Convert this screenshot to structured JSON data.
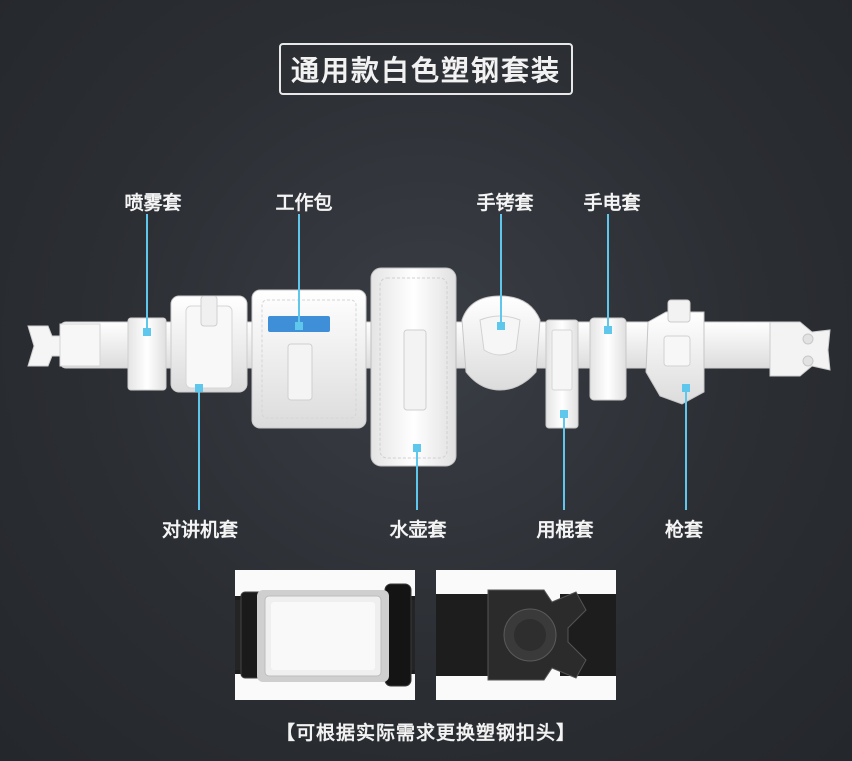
{
  "title": "通用款白色塑钢套装",
  "labels": {
    "spray": "喷雾套",
    "work_bag": "工作包",
    "cuffs": "手铐套",
    "flashlight": "手电套",
    "radio": "对讲机套",
    "bottle": "水壶套",
    "baton": "用棍套",
    "holster": "枪套"
  },
  "caption": "【可根据实际需求更换塑钢扣头】",
  "colors": {
    "leader": "#5fc7ec",
    "background": "#2b2e33",
    "belt": "#f1f1f1"
  }
}
